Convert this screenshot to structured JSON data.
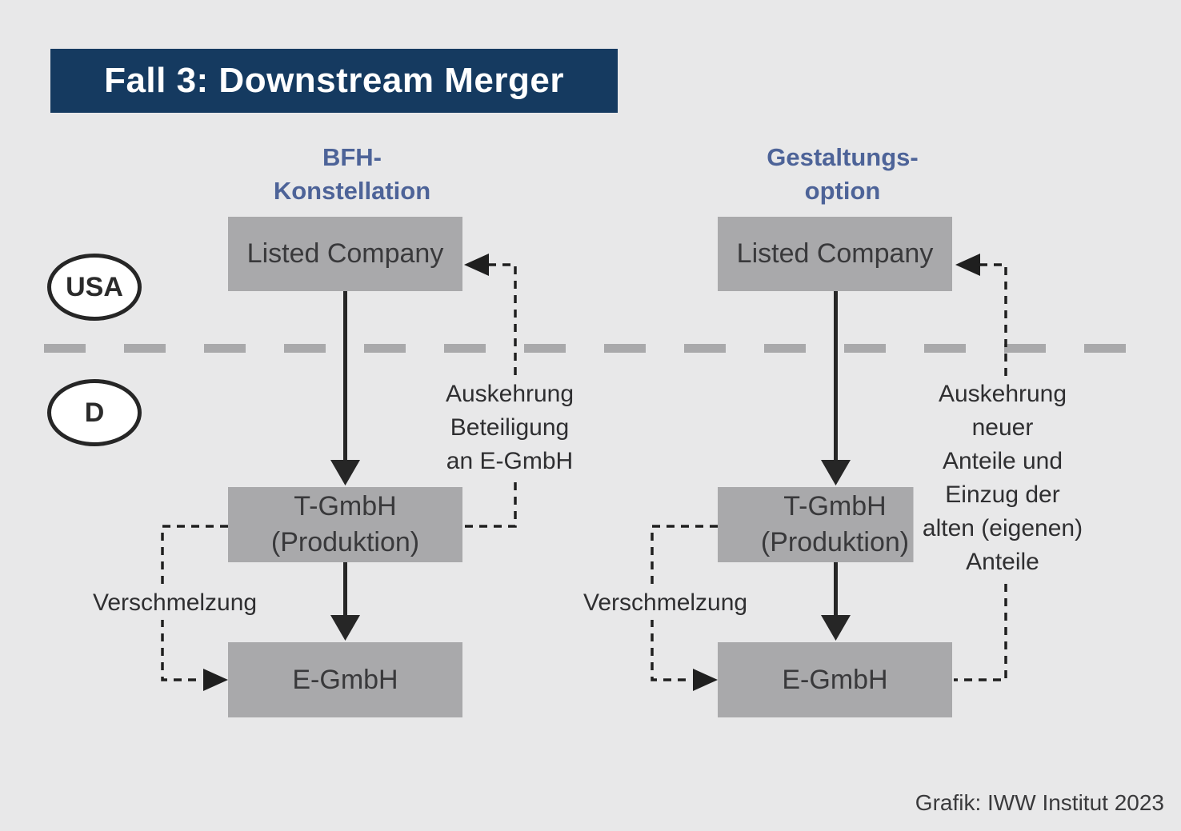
{
  "title": {
    "text": "Fall 3: Downstream Merger"
  },
  "regions": {
    "top": "USA",
    "bottom": "D"
  },
  "columns": [
    {
      "header": "BFH-\nKonstellation",
      "boxes": {
        "top": "Listed Company",
        "middle": "T-GmbH\n(Produktion)",
        "bottom": "E-GmbH"
      },
      "labels": {
        "distribution": "Auskehrung\nBeteiligung\nan E-GmbH",
        "merger": "Verschmelzung"
      }
    },
    {
      "header": "Gestaltungs-\noption",
      "boxes": {
        "top": "Listed Company",
        "middle": "T-GmbH\n(Produktion)",
        "bottom": "E-GmbH"
      },
      "labels": {
        "distribution": "Auskehrung neuer\nAnteile und Einzug der\nalten (eigenen) Anteile",
        "merger": "Verschmelzung"
      }
    }
  ],
  "footer": {
    "credit": "Grafik: IWW Institut 2023"
  },
  "colors": {
    "background": "#e8e8e9",
    "title_bar": "#153a60",
    "title_text": "#ffffff",
    "header_blue": "#4d6398",
    "box_fill": "#a9a9ab",
    "box_text": "#39393b",
    "line_dark": "#1f1f1f",
    "divider_gray": "#a9a9ab"
  }
}
